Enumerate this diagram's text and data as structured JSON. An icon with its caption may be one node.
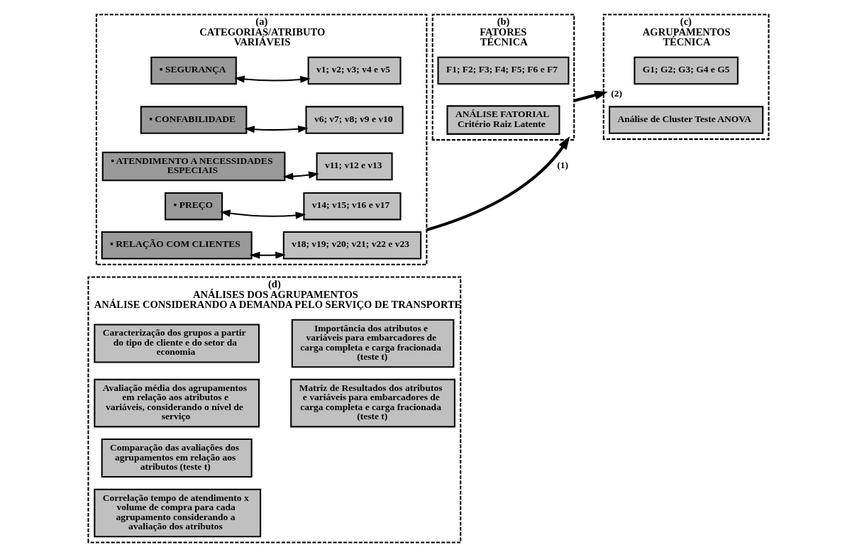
{
  "diagram": {
    "nodes": [
      {
        "text": [
          "(a)",
          "CATEGORIAS/ATRIBUTO",
          "VARIÁVEIS"
        ]
      },
      {
        "text": [
          "▪ SEGURANÇA"
        ],
        "in": 0
      },
      {
        "text": [
          "▪ CONFABILIDADE"
        ],
        "in": 0
      },
      {
        "text": [
          "▪ ATENDIMENTO A NECESSIDADES ESPECIAIS"
        ],
        "in": 0
      },
      {
        "text": [
          "▪ PREÇO"
        ],
        "in": 0
      },
      {
        "text": [
          "▪ RELAÇÃO COM CLIENTES"
        ],
        "in": 0
      },
      {
        "text": [
          "v1; v2; v3; v4 e v5"
        ],
        "in": 0
      },
      {
        "text": [
          "v6; v7; v8; v9 e v10"
        ],
        "in": 0
      },
      {
        "text": [
          "v11; v12 e v13"
        ],
        "in": 0
      },
      {
        "text": [
          "v14; v15; v16 e v17"
        ],
        "in": 0
      },
      {
        "text": [
          "v18; v19; v20; v21; v22 e v23"
        ],
        "in": 0
      },
      {
        "text": [
          "(b)",
          "FATORES",
          "TÉCNICA"
        ]
      },
      {
        "text": [
          "F1; F2; F3; F4; F5; F6 e F7"
        ],
        "in": 11
      },
      {
        "text": [
          "ANÁLISE FATORIAL",
          "Critério Raiz Latente"
        ],
        "in": 11
      },
      {
        "text": [
          "(c)",
          "AGRUPAMENTOS",
          "TÉCNICA"
        ]
      },
      {
        "text": [
          "G1; G2; G3; G4 e G5"
        ],
        "in": 14
      },
      {
        "text": [
          "Análise de Cluster Teste ANOVA"
        ],
        "in": 14
      },
      {
        "text": [
          "(d)",
          "ANÁLISES DOS AGRUPAMENTOS",
          "ANÁLISE CONSIDERANDO A DEMANDA PELO SERVIÇO DE TRANSPORTE"
        ]
      },
      {
        "text": [
          "Caracterização dos grupos a partir do tipo de cliente e do setor da economia"
        ],
        "in": 17
      },
      {
        "text": [
          "Avaliação média dos agrupamentos em relação aos atributos e variáveis, considerando o nível de serviço"
        ],
        "in": 17
      },
      {
        "text": [
          "Comparação das avaliações dos agrupamentos em relação aos atributos (teste t)"
        ],
        "in": 17
      },
      {
        "text": [
          "Correlação tempo de atendimento x volume de compra para cada agrupamento considerando a avaliação dos atributos"
        ],
        "in": 17
      },
      {
        "text": [
          "Importância dos atributos e variáveis para embarcadores de carga completa e carga fracionada (teste t)"
        ],
        "in": 17
      },
      {
        "text": [
          "Matriz de Resultados dos atributos e variáveis para embarcadores de carga completa e carga fracionada (teste t)"
        ],
        "in": 17
      }
    ],
    "edges": [
      {
        "from": 1,
        "to": 6,
        "arrow": "both"
      },
      {
        "from": 2,
        "to": 7,
        "arrow": "both"
      },
      {
        "from": 3,
        "to": 8,
        "arrow": "both"
      },
      {
        "from": 4,
        "to": 9,
        "arrow": "both"
      },
      {
        "from": 5,
        "to": 10,
        "arrow": "both"
      },
      {
        "from": 0,
        "to": 11,
        "arrow": "to",
        "label": "(1)",
        "style": "thick"
      },
      {
        "from": 11,
        "to": 14,
        "arrow": "to",
        "label": "(2)",
        "style": "thick"
      }
    ]
  }
}
